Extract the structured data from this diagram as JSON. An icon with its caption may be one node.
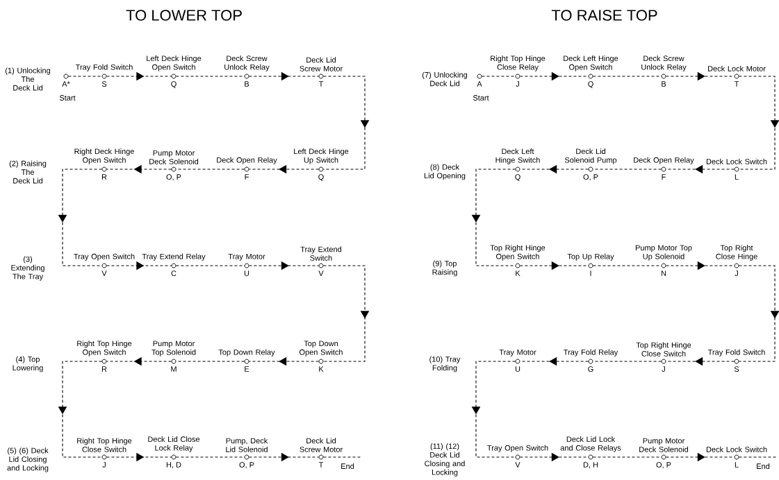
{
  "diagram": {
    "nodes": [
      {
        "text": [
          "A*"
        ]
      },
      {
        "text": [
          "Tray Fold Switch",
          "S"
        ]
      },
      {
        "text": [
          "Left Deck Hinge Open Switch",
          "Q"
        ]
      },
      {
        "text": [
          "Deck Screw Unlock Relay",
          "B"
        ]
      },
      {
        "text": [
          "Deck Lid Screw Motor",
          "T"
        ]
      },
      {
        "text": [
          "Left Deck Hinge Up Switch",
          "Q"
        ]
      },
      {
        "text": [
          "Deck Open Relay",
          "F"
        ]
      },
      {
        "text": [
          "Pump Motor Deck Solenoid",
          "O, P"
        ]
      },
      {
        "text": [
          "Right Deck Hinge Open Switch",
          "R"
        ]
      },
      {
        "text": [
          "Tray Open Switch",
          "V"
        ]
      },
      {
        "text": [
          "Tray Extend Relay",
          "C"
        ]
      },
      {
        "text": [
          "Tray Motor",
          "U"
        ]
      },
      {
        "text": [
          "Tray Extend Switch",
          "V"
        ]
      },
      {
        "text": [
          "Top Down Open Switch",
          "K"
        ]
      },
      {
        "text": [
          "Top Down Relay",
          "E"
        ]
      },
      {
        "text": [
          "Pump Motor Top Solenoid",
          "M"
        ]
      },
      {
        "text": [
          "Right Top Hinge Open Switch",
          "R"
        ]
      },
      {
        "text": [
          "Right Top Hinge Close Switch",
          "J"
        ]
      },
      {
        "text": [
          "Deck Lid Close Lock Relay",
          "H, D"
        ]
      },
      {
        "text": [
          "Pump, Deck Lid Solenoid",
          "O, P"
        ]
      },
      {
        "text": [
          "Deck Lid Screw Motor",
          "T"
        ]
      },
      {
        "text": [
          "A"
        ]
      },
      {
        "text": [
          "Right Top Hinge Close Relay",
          "J"
        ]
      },
      {
        "text": [
          "Deck Left Hinge Open Switch",
          "Q"
        ]
      },
      {
        "text": [
          "Deck Screw Unlock Relay",
          "B"
        ]
      },
      {
        "text": [
          "Deck Lock Motor",
          "T"
        ]
      },
      {
        "text": [
          "Deck Lock Switch",
          "L"
        ]
      },
      {
        "text": [
          "Deck Open Relay",
          "F"
        ]
      },
      {
        "text": [
          "Deck Lid Solenoid Pump",
          "O, P"
        ]
      },
      {
        "text": [
          "Deck Left Hinge Switch",
          "Q"
        ]
      },
      {
        "text": [
          "Top Right Hinge Open Switch",
          "K"
        ]
      },
      {
        "text": [
          "Top Up Relay",
          "I"
        ]
      },
      {
        "text": [
          "Pump Motor Top Up Solenoid",
          "N"
        ]
      },
      {
        "text": [
          "Top Right Close Hinge",
          "J"
        ]
      },
      {
        "text": [
          "Tray Fold Switch",
          "S"
        ]
      },
      {
        "text": [
          "Top Right Hinge Close Switch",
          "J"
        ]
      },
      {
        "text": [
          "Tray Fold Relay",
          "G"
        ]
      },
      {
        "text": [
          "Tray Motor",
          "U"
        ]
      },
      {
        "text": [
          "Tray Open Switch",
          "V"
        ]
      },
      {
        "text": [
          "Deck Lid Lock and Close Relays",
          "D, H"
        ]
      },
      {
        "text": [
          "Pump Motor Deck Solenoid",
          "O, P"
        ]
      },
      {
        "text": [
          "Deck Lock Switch",
          "L"
        ]
      }
    ],
    "edges": [
      {
        "from": 0,
        "to": 1,
        "arrow": "none"
      },
      {
        "from": 1,
        "to": 2,
        "arrow": "to"
      },
      {
        "from": 2,
        "to": 3,
        "arrow": "none"
      },
      {
        "from": 3,
        "to": 4,
        "arrow": "to"
      },
      {
        "from": 4,
        "to": 5,
        "arrow": "to"
      },
      {
        "from": 5,
        "to": 6,
        "arrow": "to"
      },
      {
        "from": 6,
        "to": 7,
        "arrow": "none"
      },
      {
        "from": 7,
        "to": 8,
        "arrow": "to"
      },
      {
        "from": 8,
        "to": 9,
        "arrow": "to"
      },
      {
        "from": 9,
        "to": 10,
        "arrow": "to"
      },
      {
        "from": 10,
        "to": 11,
        "arrow": "none"
      },
      {
        "from": 11,
        "to": 12,
        "arrow": "to"
      },
      {
        "from": 12,
        "to": 13,
        "arrow": "to"
      },
      {
        "from": 13,
        "to": 14,
        "arrow": "to"
      },
      {
        "from": 14,
        "to": 15,
        "arrow": "none"
      },
      {
        "from": 15,
        "to": 16,
        "arrow": "to"
      },
      {
        "from": 16,
        "to": 17,
        "arrow": "to"
      },
      {
        "from": 17,
        "to": 18,
        "arrow": "to"
      },
      {
        "from": 18,
        "to": 19,
        "arrow": "none"
      },
      {
        "from": 19,
        "to": 20,
        "arrow": "to"
      },
      {
        "from": 21,
        "to": 22,
        "arrow": "none"
      },
      {
        "from": 22,
        "to": 23,
        "arrow": "to"
      },
      {
        "from": 23,
        "to": 24,
        "arrow": "none"
      },
      {
        "from": 24,
        "to": 25,
        "arrow": "to"
      },
      {
        "from": 25,
        "to": 26,
        "arrow": "to"
      },
      {
        "from": 26,
        "to": 27,
        "arrow": "to"
      },
      {
        "from": 27,
        "to": 28,
        "arrow": "none"
      },
      {
        "from": 28,
        "to": 29,
        "arrow": "to"
      },
      {
        "from": 29,
        "to": 30,
        "arrow": "to"
      },
      {
        "from": 30,
        "to": 31,
        "arrow": "to"
      },
      {
        "from": 31,
        "to": 32,
        "arrow": "none"
      },
      {
        "from": 32,
        "to": 33,
        "arrow": "to"
      },
      {
        "from": 33,
        "to": 34,
        "arrow": "to"
      },
      {
        "from": 34,
        "to": 35,
        "arrow": "to"
      },
      {
        "from": 35,
        "to": 36,
        "arrow": "none"
      },
      {
        "from": 36,
        "to": 37,
        "arrow": "to"
      },
      {
        "from": 37,
        "to": 38,
        "arrow": "to"
      },
      {
        "from": 38,
        "to": 39,
        "arrow": "to"
      },
      {
        "from": 39,
        "to": 40,
        "arrow": "none"
      },
      {
        "from": 40,
        "to": 41,
        "arrow": "to"
      }
    ],
    "labels": [
      "TO LOWER TOP",
      "TO RAISE TOP",
      "(1) Unlocking The Deck Lid",
      "Start",
      "(7) Unlocking Deck Lid",
      "Start",
      "(2) Raising The Deck Lid",
      "(8) Deck Lid Opening",
      "(3) Extending The Tray",
      "(9) Top Raising",
      "(4) Top Lowering",
      "(10) Tray Folding",
      "(5) (6) Deck Lid Closing and Locking",
      "End",
      "(11) (12) Deck Lid Closing and Locking",
      "End"
    ]
  }
}
